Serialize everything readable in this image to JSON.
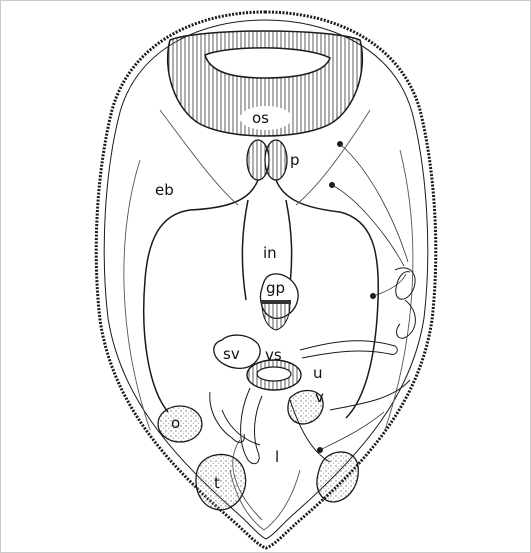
{
  "labels": {
    "os": "os",
    "p": "p",
    "eb": "eb",
    "in": "in",
    "gp": "gp",
    "sv": "sv",
    "vs": "vs",
    "u": "u",
    "v": "v",
    "o": "o",
    "t": "t",
    "l": "l"
  },
  "colors": {
    "ink": "#1a1a1a",
    "stipple": "#8a8a8a",
    "background": "#ffffff"
  }
}
